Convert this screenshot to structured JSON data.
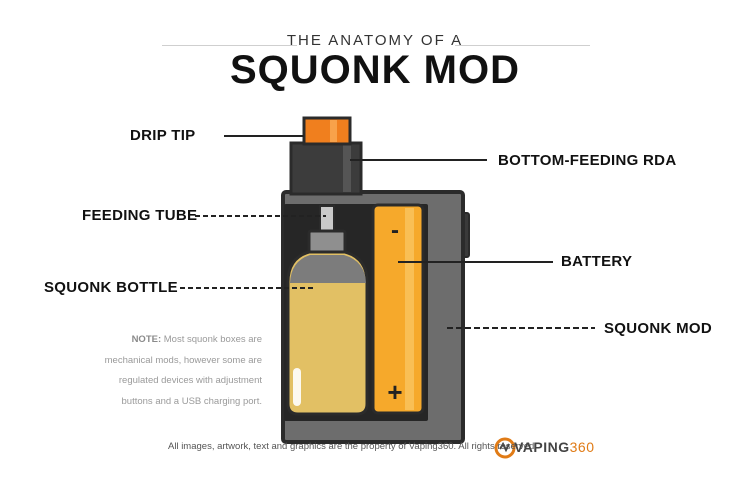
{
  "header": {
    "subtitle": "THE ANATOMY OF A",
    "title": "SQUONK MOD"
  },
  "labels": {
    "drip_tip": "DRIP TIP",
    "bottom_feeding_rda": "BOTTOM-FEEDING RDA",
    "feeding_tube": "FEEDING TUBE",
    "battery": "BATTERY",
    "squonk_bottle": "SQUONK BOTTLE",
    "squonk_mod": "SQUONK MOD"
  },
  "battery_marks": {
    "negative": "-",
    "positive": "+"
  },
  "note": {
    "lead": "NOTE:",
    "text": "Most squonk boxes are mechanical mods, however some are regulated devices with adjustment buttons and a USB charging port."
  },
  "footer": {
    "copyright": "All images, artwork, text and graphics are the property of Vaping360. All rights reserved.",
    "logo_word": "VAPING",
    "logo_number": "360"
  },
  "colors": {
    "mod_body": "#6d6d6d",
    "outline": "#2b2b2b",
    "drip_tip": "#f07f1e",
    "battery": "#f6a92b",
    "juice": "#e2c064",
    "brand": "#e07b16"
  },
  "icons": {
    "logo": "vaping360-logo-icon"
  }
}
